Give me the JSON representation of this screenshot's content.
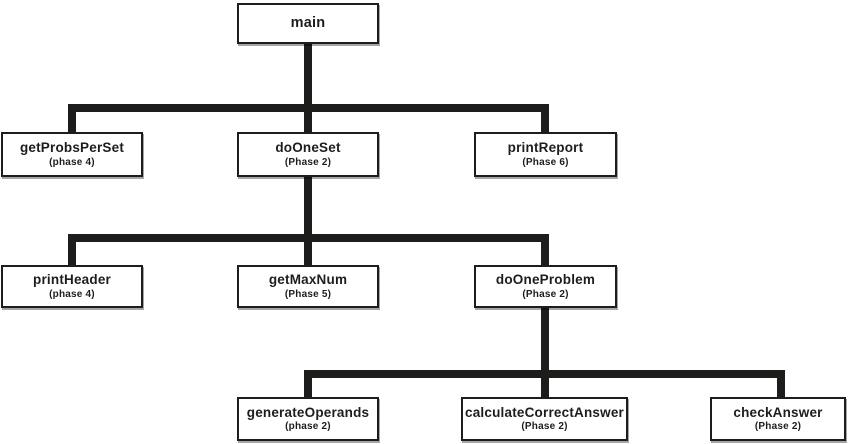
{
  "diagram_type": "structure-chart",
  "colors": {
    "line": "#1d1d1b",
    "box_border": "#1d1d1b",
    "box_fill": "#ffffff",
    "text": "#1d1d1b"
  },
  "nodes": {
    "main": {
      "label": "main"
    },
    "getProbsPerSet": {
      "label": "getProbsPerSet",
      "phase": "(phase 4)"
    },
    "doOneSet": {
      "label": "doOneSet",
      "phase": "(Phase 2)"
    },
    "printReport": {
      "label": "printReport",
      "phase": "(Phase 6)"
    },
    "printHeader": {
      "label": "printHeader",
      "phase": "(phase 4)"
    },
    "getMaxNum": {
      "label": "getMaxNum",
      "phase": "(Phase 5)"
    },
    "doOneProblem": {
      "label": "doOneProblem",
      "phase": "(Phase 2)"
    },
    "generateOperands": {
      "label": "generateOperands",
      "phase": "(phase 2)"
    },
    "calculateCorrectAnswer": {
      "label": "calculateCorrectAnswer",
      "phase": "(Phase 2)"
    },
    "checkAnswer": {
      "label": "checkAnswer",
      "phase": "(Phase 2)"
    }
  },
  "edges": [
    {
      "from": "main",
      "to": "getProbsPerSet"
    },
    {
      "from": "main",
      "to": "doOneSet"
    },
    {
      "from": "main",
      "to": "printReport"
    },
    {
      "from": "doOneSet",
      "to": "printHeader"
    },
    {
      "from": "doOneSet",
      "to": "getMaxNum"
    },
    {
      "from": "doOneSet",
      "to": "doOneProblem"
    },
    {
      "from": "doOneProblem",
      "to": "generateOperands"
    },
    {
      "from": "doOneProblem",
      "to": "calculateCorrectAnswer"
    },
    {
      "from": "doOneProblem",
      "to": "checkAnswer"
    }
  ]
}
